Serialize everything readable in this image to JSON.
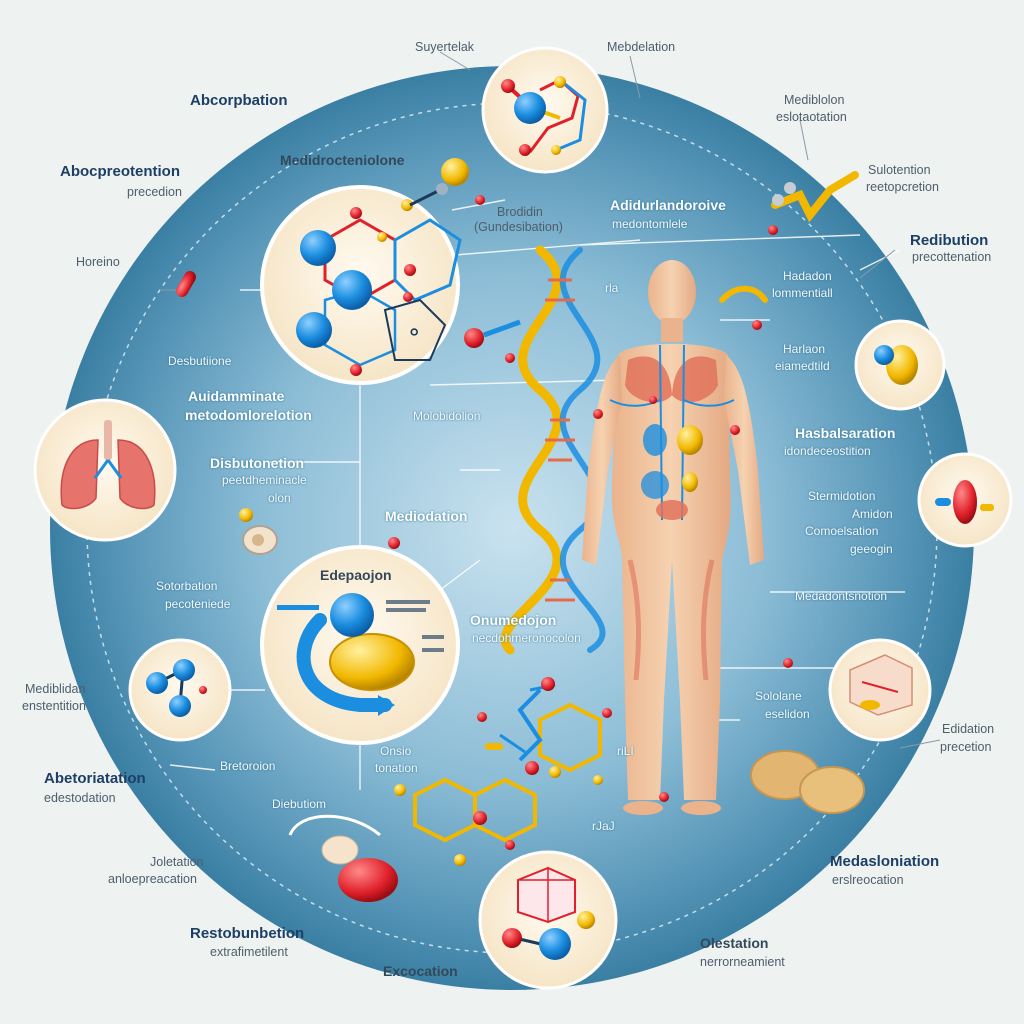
{
  "labels": {
    "top_left_small": "Suyertelak",
    "top_center": "Mebdelation",
    "absorpbation": "Abcorpbation",
    "abocpreotention": "Abocpreotention",
    "precedion": "precedion",
    "medidrocteniolone": "Medidrocteniolone",
    "brodidin": "Brodidin",
    "brodidin_sub": "(Gundesibation)",
    "adidurlandoroive": "Adidurlandoroive",
    "adidurlandoroive_sub": "medontomlele",
    "right_mediblolon": "Mediblolon",
    "right_mediblolon_sub": "eslotaotation",
    "sulotention": "Sulotention",
    "sulotention_sub": "reetopcretion",
    "redibution": "Redibution",
    "redibution_sub": "precottenation",
    "horeino": "Horeino",
    "hadadon": "Hadadon",
    "hadadon_sub": "lommentiall",
    "harlaon": "Harlaon",
    "harlaon_sub": "eiamedtild",
    "desbutiione": "Desbutiione",
    "auidamminate": "Auidamminate",
    "auidamminate_sub": "metodomlorelotion",
    "molobidolion": "Molobidolion",
    "hasbalsaration": "Hasbalsaration",
    "hasbalsaration_sub": "idondeceostition",
    "disbutonetion": "Disbutonetion",
    "disbutonetion_sub": "peetdheminacle",
    "disbutonetion_sub2": "olon",
    "mediodation": "Mediodation",
    "stermidotion": "Stermidotion",
    "stermidotion_sub1": "Amidon",
    "stermidotion_sub2": "Comoelsation",
    "stermidotion_sub3": "geeogin",
    "edepaojon": "Edepaojon",
    "sotorbation": "Sotorbation",
    "sotorbation_sub": "pecoteniede",
    "onumedojon": "Onumedojon",
    "onumedojon_sub": "necdohmeronocolon",
    "medadontsnotion": "Medadontsnotion",
    "mediblidan": "Mediblidan",
    "mediblidan_sub": "enstentition",
    "sololane": "Sololane",
    "sololane_sub": "eselidon",
    "edidation": "Edidation",
    "edidation_sub": "precetion",
    "abetoriatation": "Abetoriatation",
    "abetoriatation_sub": "edestodation",
    "bretoroion": "Bretoroion",
    "onsio": "Onsio",
    "onsio_sub": "tonation",
    "diebutiom": "Diebutiom",
    "joletation": "Joletation",
    "joletation_sub": "anloepreacation",
    "medasloniation": "Medasloniation",
    "medasloniation_sub": "erslreocation",
    "restobunbetion": "Restobunbetion",
    "restobunbetion_sub": "extrafimetilent",
    "excocation": "Excocation",
    "olestation": "Olestation",
    "olestation_sub": "nerrorneamient",
    "misc_a": "rla",
    "misc_b": "riLI",
    "misc_c": "rJaJ"
  },
  "colors": {
    "background": "#eef2f1",
    "ring": "#3a7fa3",
    "ring_inner": "#7fb3cf",
    "bubble": "#fbf1de",
    "atom_blue": "#1c8ee0",
    "atom_red": "#e0202a",
    "atom_yellow": "#f2b800",
    "skin": "#f3c9a4",
    "muscle": "#e0735c"
  },
  "icons": [
    "molecule-icon",
    "lungs-icon",
    "capsule-icon",
    "pill-icon",
    "dna-icon",
    "body-icon",
    "bean-icon",
    "box-icon"
  ]
}
